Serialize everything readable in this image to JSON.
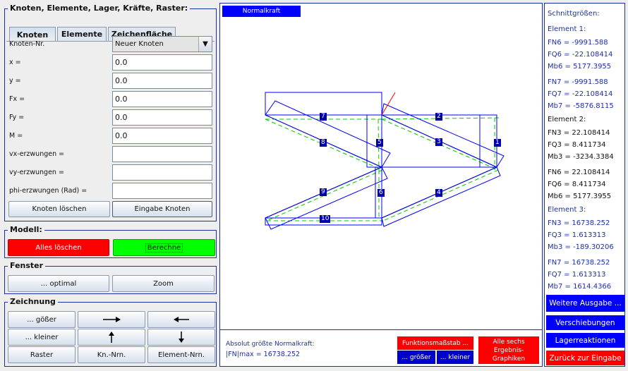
{
  "panel_knoten": {
    "title": "Knoten, Elemente, Lager, Kräfte, Raster:",
    "tabs": [
      "Knoten",
      "Elemente",
      "Zeichenfläche"
    ],
    "node_label": "Knoten-Nr.",
    "node_value": "Neuer Knoten",
    "fields": [
      {
        "label": "x =",
        "value": "0.0"
      },
      {
        "label": "y =",
        "value": "0.0"
      },
      {
        "label": "Fx =",
        "value": "0.0"
      },
      {
        "label": "Fy =",
        "value": "0.0"
      },
      {
        "label": "M  =",
        "value": "0.0"
      },
      {
        "label": "vx-erzwungen =",
        "value": ""
      },
      {
        "label": "vy-erzwungen =",
        "value": ""
      },
      {
        "label": "phi-erzwungen (Rad) =",
        "value": ""
      }
    ],
    "delete_label": "Knoten löschen",
    "enter_label": "Eingabe Knoten"
  },
  "panel_modell": {
    "title": "Modell:",
    "clear_label": "Alles löschen",
    "compute_label": "Berechne",
    "colors": {
      "clear": "#ff0000",
      "compute": "#00ff00"
    }
  },
  "panel_fenster": {
    "title": "Fenster",
    "optimal_label": "... optimal",
    "zoom_label": "Zoom"
  },
  "panel_zeichnung": {
    "title": "Zeichnung",
    "bigger_label": "... gößer",
    "smaller_label": "... kleiner",
    "grid_label": "Raster",
    "node_numbers_label": "Kn.-Nrn.",
    "element_numbers_label": "Element-Nrn.",
    "arrow_icons": [
      "arrow-right-icon",
      "arrow-left-icon",
      "arrow-up-icon",
      "arrow-down-icon"
    ]
  },
  "canvas": {
    "header": "Normalkraft",
    "result_title": "Absolut größte Normalkraft:",
    "result_value": "|FN|max = 16738.252",
    "scale_label": "Funktionsmaßstab ...",
    "scale_bigger": "... größer",
    "scale_smaller": "... kleiner",
    "all_six_label": "Alle sechs Ergebnis-Graphiken",
    "element_labels": [
      "7",
      "2",
      "8",
      "5",
      "3",
      "1",
      "9",
      "6",
      "4",
      "10"
    ],
    "colors": {
      "structure": "#000000",
      "result": "#0000ff",
      "deformed": "#00cc00",
      "accent": "#ff0000"
    }
  },
  "results": {
    "title": "Schnittgrößen:",
    "blocks": [
      {
        "heading": "Element 1:",
        "color": "blue",
        "rows": [
          "FN6 = -9991.588",
          "FQ6 = -22.108414",
          "Mb6 = 5177.3955",
          "FN7 = -9991.588",
          "FQ7 = -22.108414",
          "Mb7 = -5876.8115"
        ]
      },
      {
        "heading": "Element 2:",
        "color": "black",
        "rows": [
          "FN3 = 22.108414",
          "FQ3 = 8.411734",
          "Mb3 = -3234.3384",
          "FN6 = 22.108414",
          "FQ6 = 8.411734",
          "Mb6 = 5177.3955"
        ]
      },
      {
        "heading": "Element 3:",
        "color": "blue",
        "rows": [
          "FN3 = 16738.252",
          "FQ3 = 1.613313",
          "Mb3 = -189.30206",
          "FN7 = 16738.252",
          "FQ7 = 1.613313",
          "Mb7 = 1614.4366"
        ]
      }
    ],
    "more_label": "Weitere Ausgabe ...",
    "displacement_label": "Verschiebungen",
    "reactions_label": "Lagerreaktionen",
    "back_label": "Zurück zur Eingabe"
  }
}
